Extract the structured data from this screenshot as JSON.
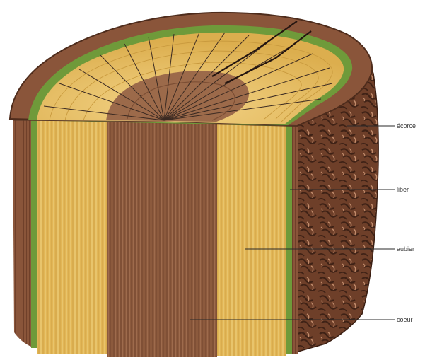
{
  "diagram": {
    "labels": {
      "ecorce": "écorce",
      "liber": "liber",
      "aubier": "aubier",
      "coeur": "coeur"
    },
    "colors": {
      "bark": "#7a4a32",
      "bark_dark": "#4e2c1c",
      "bark_light": "#a36a4c",
      "liber": "#6f9a3a",
      "sapwood": "#e0b454",
      "sapwood_light": "#f0d27e",
      "heartwood": "#8a5a3c",
      "heartwood_light": "#a87558",
      "ray": "#3b2a22",
      "leader": "#2a2a2a"
    }
  }
}
